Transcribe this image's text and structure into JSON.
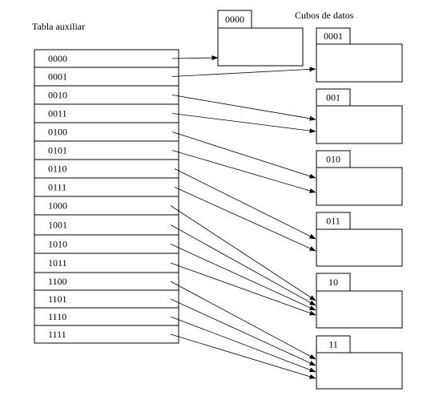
{
  "table_title": "Tabla auxiliar",
  "buckets_title": "Cubos de datos",
  "table_entries": [
    "0000",
    "0001",
    "0010",
    "0011",
    "0100",
    "0101",
    "0110",
    "0111",
    "1000",
    "1001",
    "1010",
    "1011",
    "1100",
    "1101",
    "1110",
    "1111"
  ],
  "buckets": [
    {
      "label": "0000",
      "entries": [
        "0000"
      ]
    },
    {
      "label": "0001",
      "entries": [
        "0001"
      ]
    },
    {
      "label": "001",
      "entries": [
        "0010",
        "0011"
      ]
    },
    {
      "label": "010",
      "entries": [
        "0100",
        "0101"
      ]
    },
    {
      "label": "011",
      "entries": [
        "0110",
        "0111"
      ]
    },
    {
      "label": "10",
      "entries": [
        "1000",
        "1001",
        "1010",
        "1011"
      ]
    },
    {
      "label": "11",
      "entries": [
        "1100",
        "1101",
        "1110",
        "1111"
      ]
    }
  ]
}
